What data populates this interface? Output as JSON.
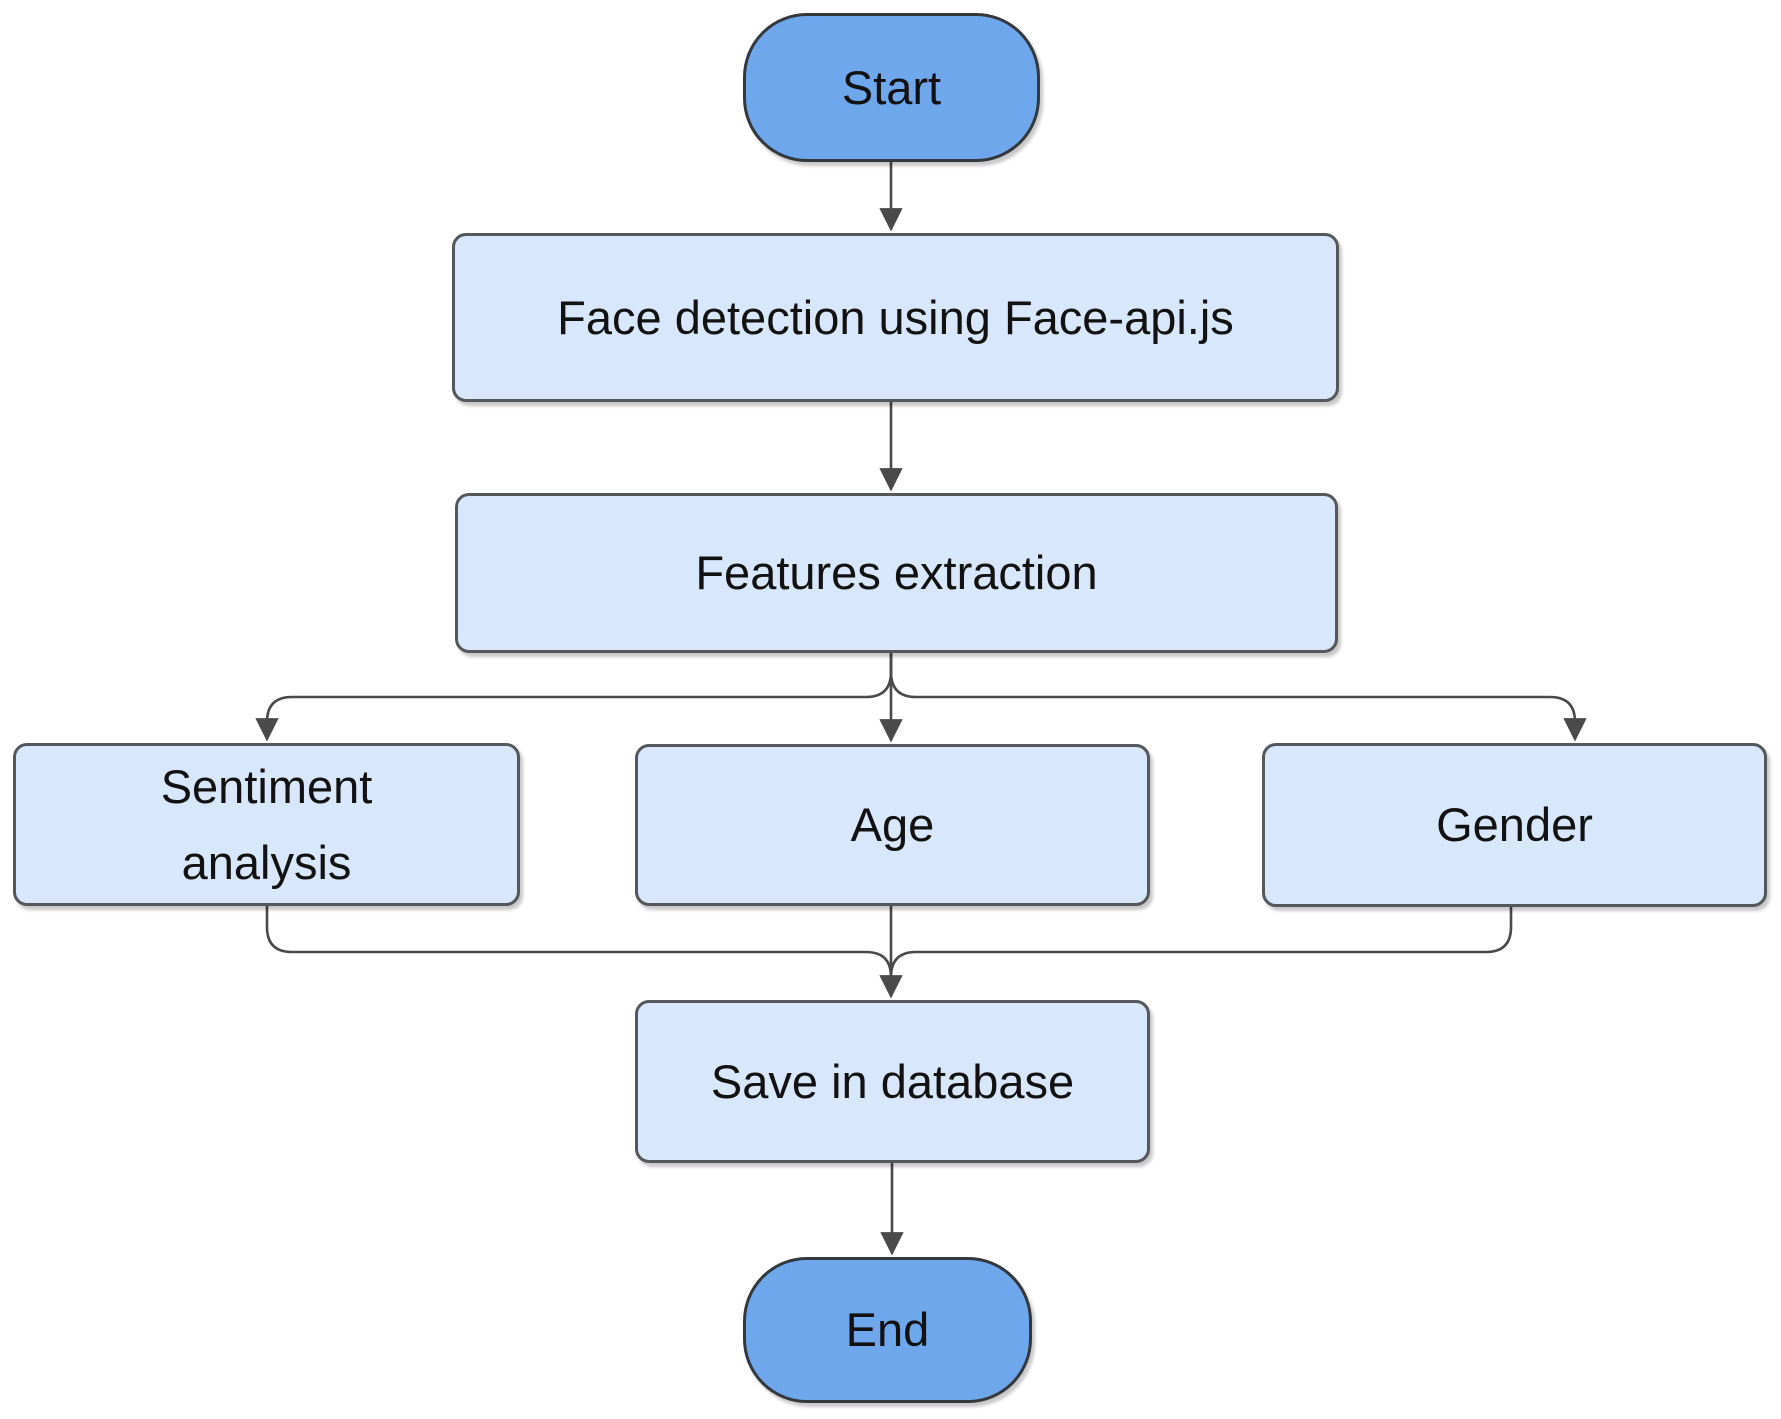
{
  "diagram": {
    "nodes": {
      "start": {
        "label": "Start",
        "type": "terminator"
      },
      "face_detection": {
        "label": "Face detection using Face-api.js",
        "type": "process"
      },
      "features_extraction": {
        "label": "Features extraction",
        "type": "process"
      },
      "sentiment_analysis": {
        "label": "Sentiment analysis",
        "type": "process"
      },
      "age": {
        "label": "Age",
        "type": "process"
      },
      "gender": {
        "label": "Gender",
        "type": "process"
      },
      "save_in_database": {
        "label": "Save in database",
        "type": "process"
      },
      "end": {
        "label": "End",
        "type": "terminator"
      }
    },
    "edges": [
      {
        "from": "start",
        "to": "face_detection"
      },
      {
        "from": "face_detection",
        "to": "features_extraction"
      },
      {
        "from": "features_extraction",
        "to": "sentiment_analysis"
      },
      {
        "from": "features_extraction",
        "to": "age"
      },
      {
        "from": "features_extraction",
        "to": "gender"
      },
      {
        "from": "sentiment_analysis",
        "to": "save_in_database"
      },
      {
        "from": "age",
        "to": "save_in_database"
      },
      {
        "from": "gender",
        "to": "save_in_database"
      },
      {
        "from": "save_in_database",
        "to": "end"
      }
    ],
    "colors": {
      "terminator_fill": "#6fa7ec",
      "terminator_border": "#33383d",
      "process_fill": "#d9e7fc",
      "process_border": "#54575b",
      "connector": "#4a4a4a",
      "text": "#121212",
      "background": "#ffffff"
    }
  }
}
